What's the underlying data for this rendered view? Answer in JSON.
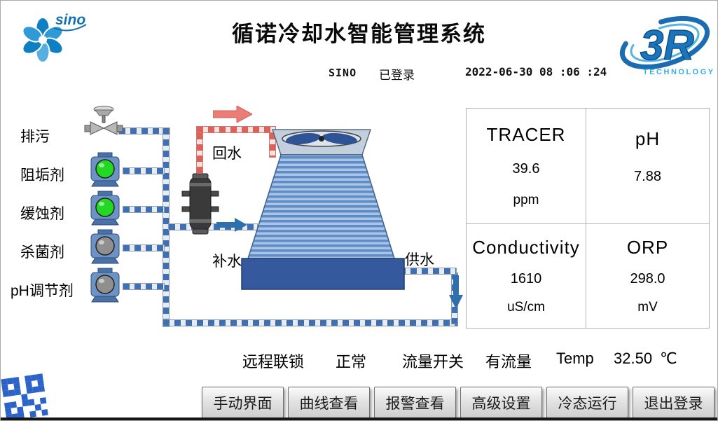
{
  "header": {
    "title": "循诺冷却水智能管理系统",
    "logo": {
      "brand": "sino"
    },
    "logo_right": {
      "brand": "3R",
      "sub": "TECHNOLOGY"
    },
    "user": "SINO",
    "login_status": "已登录",
    "datetime": "2022-06-30  08 :06 :24"
  },
  "diagram": {
    "chemicals": [
      {
        "label": "排污"
      },
      {
        "label": "阻垢剂",
        "color": "#22d822"
      },
      {
        "label": "缓蚀剂",
        "color": "#22d822"
      },
      {
        "label": "杀菌剂",
        "color": "#8f8f8f"
      },
      {
        "label": "pH调节剂",
        "color": "#8f8f8f"
      }
    ],
    "labels": {
      "return_water": "回水",
      "makeup_water": "补水",
      "supply_water": "供水"
    }
  },
  "readings": [
    {
      "name": "TRACER",
      "value": "39.6",
      "unit": "ppm"
    },
    {
      "name": "pH",
      "value": "7.88",
      "unit": ""
    },
    {
      "name": "Conductivity",
      "value": "1610",
      "unit": "uS/cm"
    },
    {
      "name": "ORP",
      "value": "298.0",
      "unit": "mV"
    }
  ],
  "status_bar": {
    "interlock_label": "远程联锁",
    "interlock_value": "正常",
    "flow_label": "流量开关",
    "flow_value": "有流量",
    "temp_label": "Temp",
    "temp_value": "32.50",
    "temp_unit": "℃"
  },
  "buttons": [
    {
      "label": "手动界面"
    },
    {
      "label": "曲线查看"
    },
    {
      "label": "报警查看"
    },
    {
      "label": "高级设置"
    },
    {
      "label": "冷态运行"
    },
    {
      "label": "退出登录"
    }
  ]
}
